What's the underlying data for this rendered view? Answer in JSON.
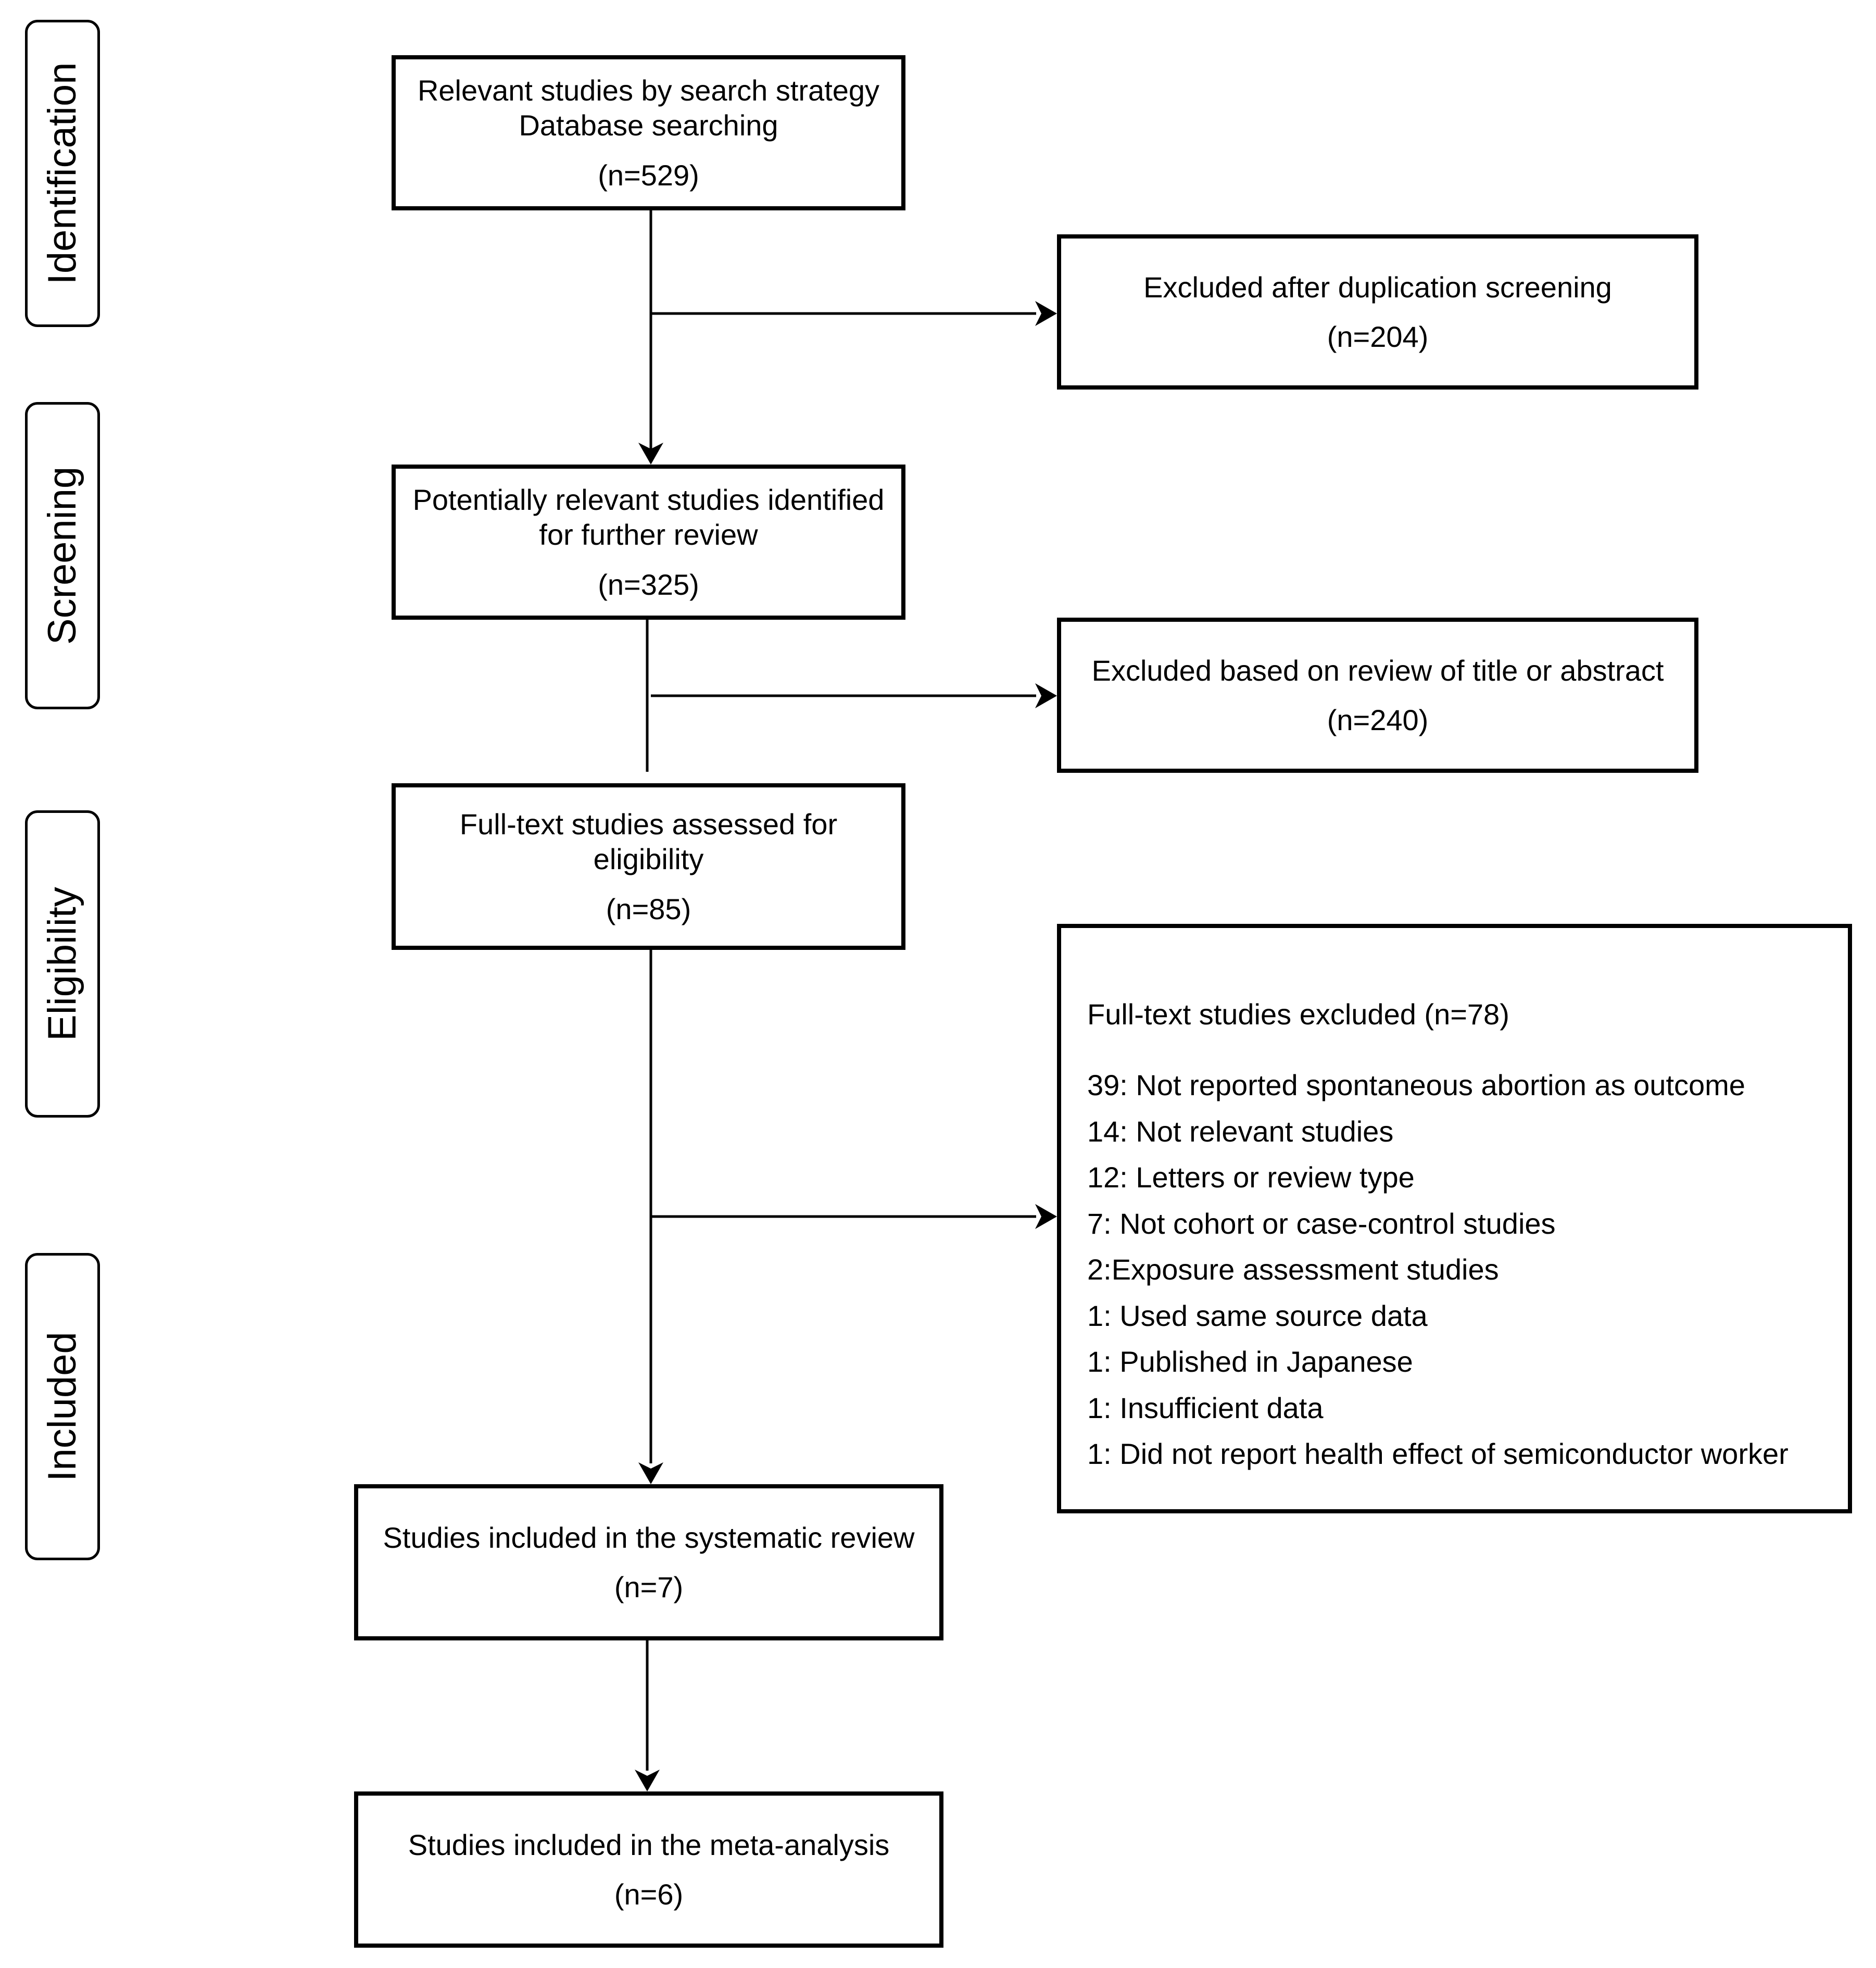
{
  "phases": [
    {
      "id": "identification",
      "label": "Identification"
    },
    {
      "id": "screening",
      "label": "Screening"
    },
    {
      "id": "eligibility",
      "label": "Eligibility"
    },
    {
      "id": "included",
      "label": "Included"
    }
  ],
  "boxes": {
    "identified": {
      "line1": "Relevant studies by search strategy",
      "line2": "Database searching",
      "count": "(n=529)"
    },
    "duplicates_excluded": {
      "line1": "Excluded after duplication screening",
      "count": "(n=204)"
    },
    "screened": {
      "line1": "Potentially relevant studies identified",
      "line2": "for further review",
      "count": "(n=325)"
    },
    "title_abstract_excluded": {
      "line1": "Excluded based on review of title or abstract",
      "count": "(n=240)"
    },
    "fulltext_assessed": {
      "line1": "Full-text studies assessed for",
      "line2": "eligibility",
      "count": "(n=85)"
    },
    "fulltext_excluded": {
      "title": "Full-text studies excluded (n=78)",
      "reasons": [
        "39: Not reported spontaneous abortion as outcome",
        "14: Not relevant studies",
        "12: Letters or review type",
        "7: Not cohort or case-control studies",
        "2:Exposure assessment studies",
        "1: Used same source data",
        "1: Published in Japanese",
        "1: Insufficient data",
        "1: Did not report health effect of semiconductor worker"
      ]
    },
    "systematic_review": {
      "line1": "Studies included in the systematic review",
      "count": "(n=7)"
    },
    "meta_analysis": {
      "line1": "Studies included in the meta-analysis",
      "count": "(n=6)"
    }
  }
}
